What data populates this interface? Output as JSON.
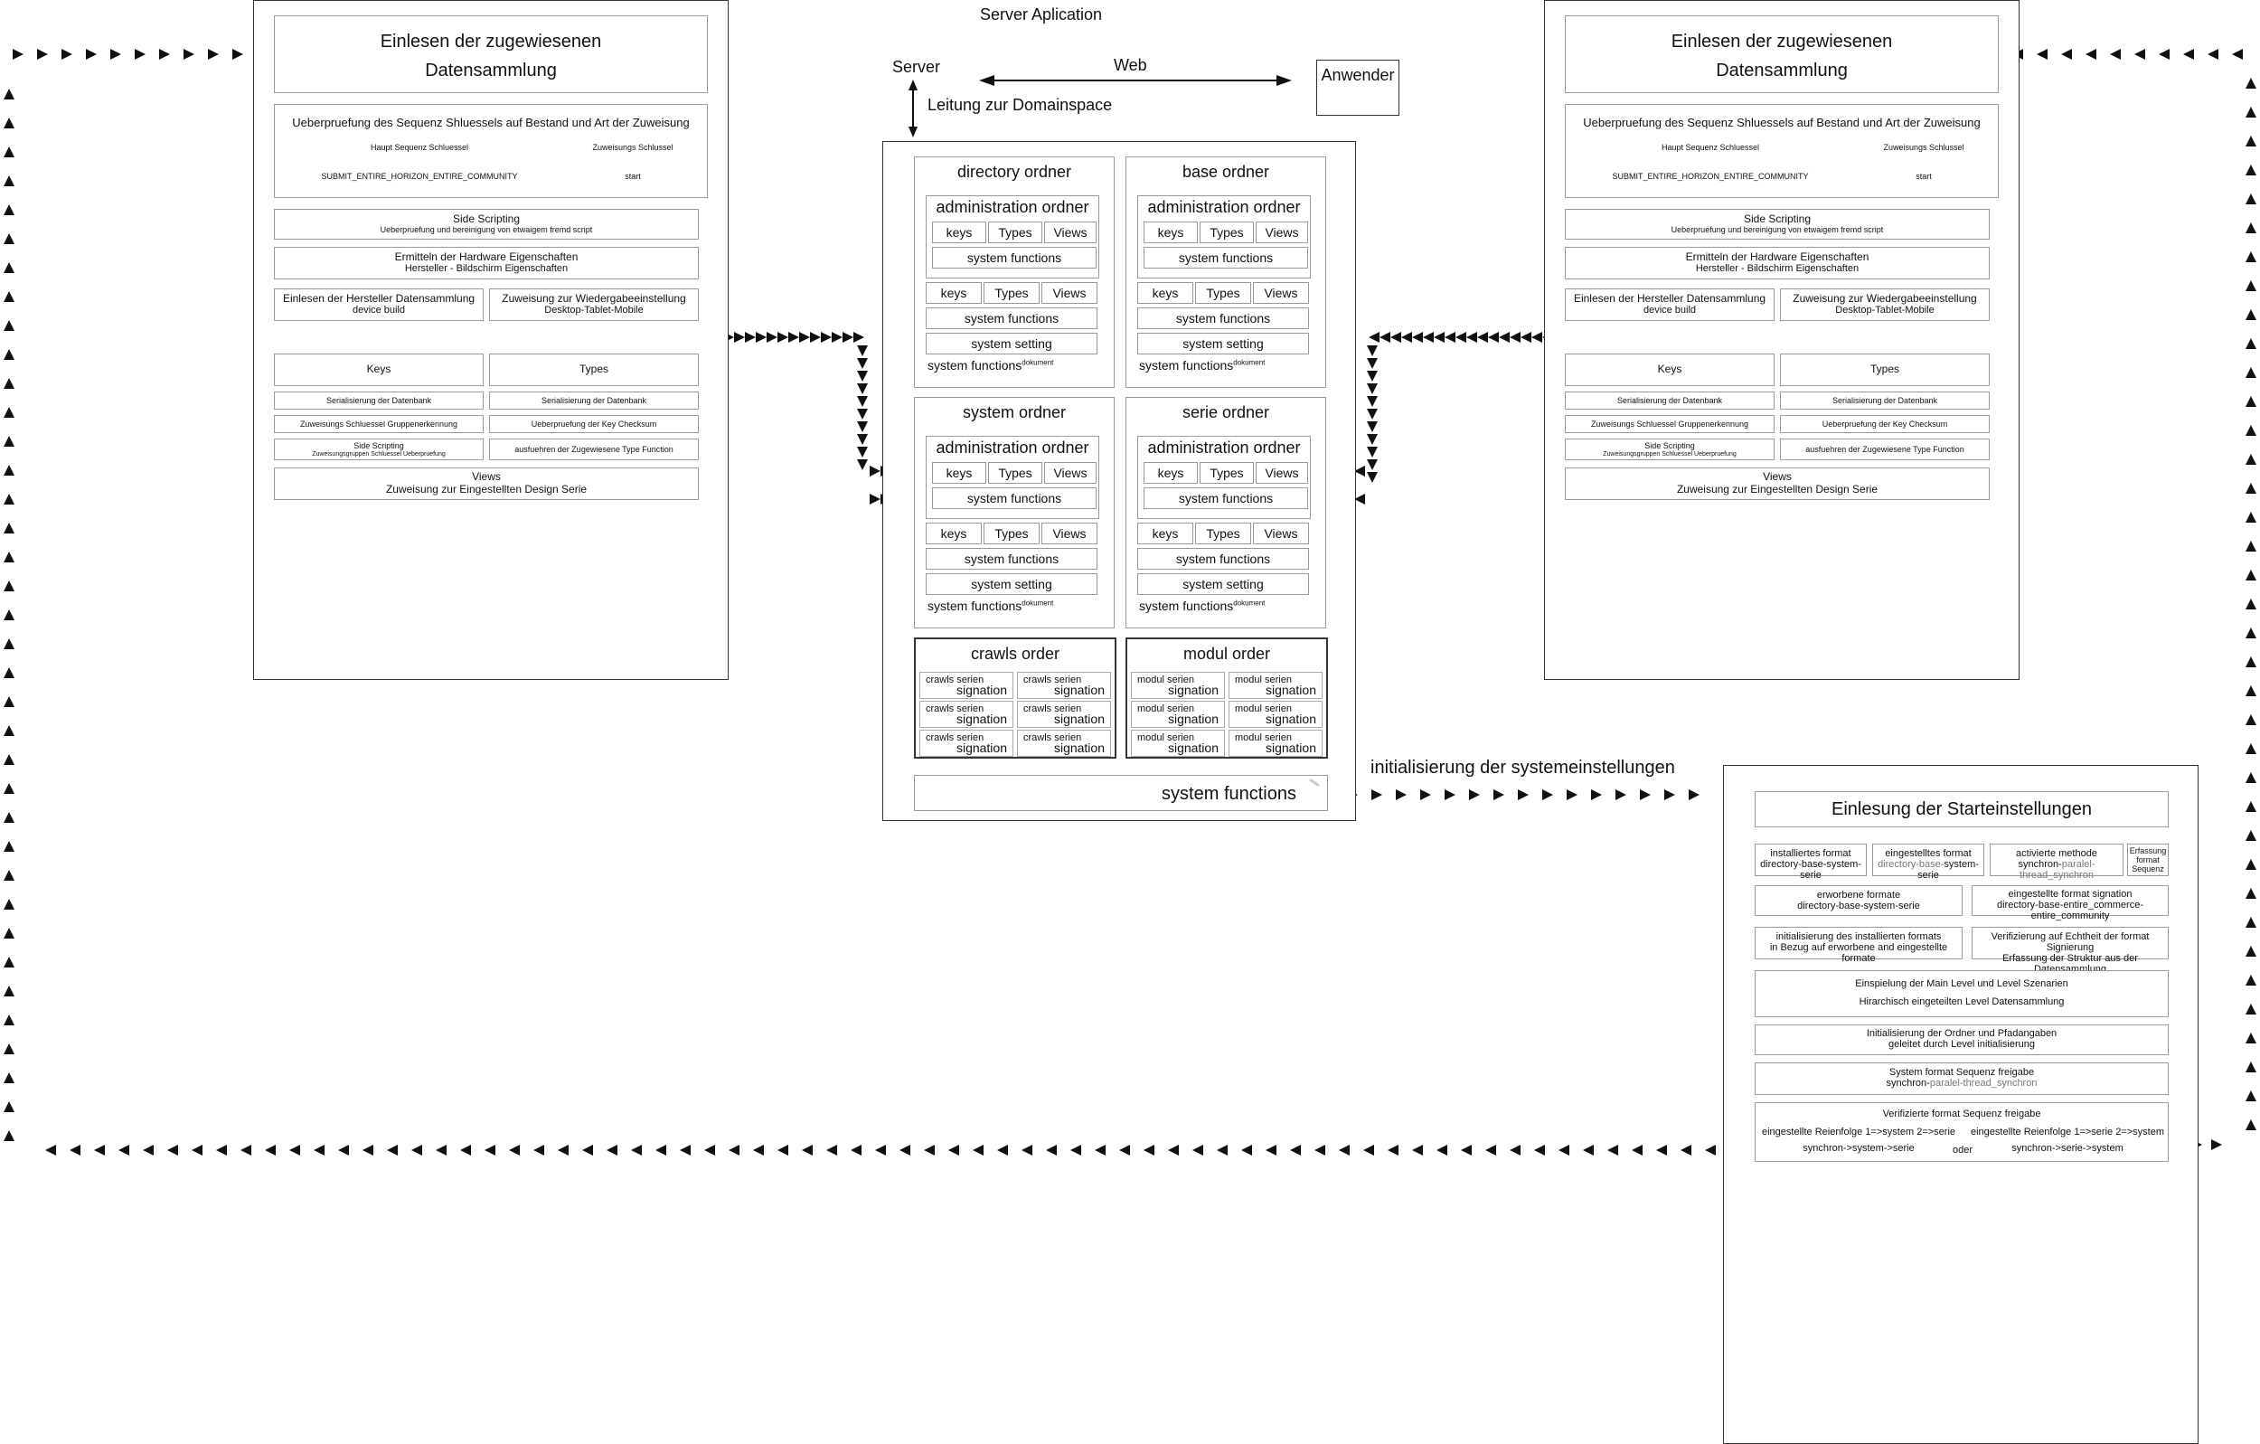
{
  "header": {
    "server_app": "Server Aplication",
    "server": "Server",
    "web": "Web",
    "user": "Anwender",
    "domainspace": "Leitung zur Domainspace",
    "init_label": "initialisierung der systemeinstellungen"
  },
  "client": {
    "title_line1": "Einlesen der zugewiesenen",
    "title_line2": "Datensammlung",
    "check_title": "Ueberpruefung des Sequenz Shluessels auf Bestand und Art der Zuweisung",
    "main_key_label": "Haupt Sequenz Schluessel",
    "assign_key_label": "Zuweisungs Schlussel",
    "main_key_value": "SUBMIT_ENTIRE_HORIZON_ENTIRE_COMMUNITY",
    "assign_key_value": "start",
    "side_scripting": "Side Scripting",
    "side_scripting_sub": "Ueberpruefung und bereinigung von etwaigem fremd script",
    "hardware": "Ermitteln der Hardware Eigenschaften",
    "hardware_sub": "Hersteller - Bildschirm Eigenschaften",
    "vendor": "Einlesen der Hersteller Datensammlung",
    "vendor_sub": "device build",
    "playback": "Zuweisung zur Wiedergabeeinstellung",
    "playback_sub": "Desktop-Tablet-Mobile",
    "keys": "Keys",
    "types": "Types",
    "ser_db": "Serialisierung der Datenbank",
    "group_rec": "Zuweisungs Schluessel Gruppenerkennung",
    "checksum": "Ueberpruefung der Key Checksum",
    "side_scripting2": "Side Scripting",
    "side_scripting2_sub": "Zuweisungsgruppen Schluessel Ueberpruefung",
    "type_function": "ausfuehren der Zugewiesene Type Function",
    "views": "Views",
    "views_sub": "Zuweisung zur Eingestellten Design Serie"
  },
  "server": {
    "directory": "directory ordner",
    "base": "base ordner",
    "system": "system ordner",
    "serie": "serie ordner",
    "admin": "administration ordner",
    "keys": "keys",
    "types": "Types",
    "views": "Views",
    "sys_functions": "system functions",
    "sys_setting": "system setting",
    "doc": "dokument",
    "crawls": "crawls order",
    "modul": "modul order",
    "crawls_serien": "crawls serien",
    "modul_serien": "modul serien",
    "signation": "signation",
    "main_functions": "system functions"
  },
  "start": {
    "title": "Einlesung der Starteinstellungen",
    "installed": "installiertes format",
    "installed_sub": "directory-base-system-serie",
    "set_format": "eingestelltes format",
    "set_format_sub_a": "directory-base-",
    "set_format_sub_b": "system-serie",
    "method": "activierte methode",
    "method_sub_a": "synchron-",
    "method_sub_b": "paralel-thread_synchron",
    "capture_1": "Erfassung",
    "capture_2": "format",
    "capture_3": "Sequenz",
    "acquired": "erworbene formate",
    "acquired_sub": "directory-base-system-serie",
    "signation": "eingestellte format signation",
    "signation_sub": "directory-base-entire_commerce-entire_community",
    "init_inst_1": "initialisierung des installierten formats",
    "init_inst_2": "in Bezug auf erworbene and eingestellte formate",
    "verify_1": "Verifizierung auf Echtheit der format Signierung",
    "verify_2": "Erfassung der Struktur aus der Datensammlung",
    "main_level": "Einspielung der Main Level und Level Szenarien",
    "main_level_sub": "Hirarchisch eingeteilten Level Datensammlung",
    "folders": "Initialisierung der Ordner und Pfadangaben",
    "folders_sub": "geleitet  durch Level initialisierung",
    "seq_release": "System format Sequenz freigabe",
    "seq_release_sub_a": "synchron-",
    "seq_release_sub_b": "paralel-thread_synchron",
    "verified": "Verifizierte format Sequenz freigabe",
    "order1": "eingestellte Reienfolge 1=>system 2=>serie",
    "order1_sub": "synchron->system->serie",
    "or": "oder",
    "order2": "eingestellte Reienfolge 1=>serie 2=>system",
    "order2_sub": "synchron->serie->system"
  }
}
